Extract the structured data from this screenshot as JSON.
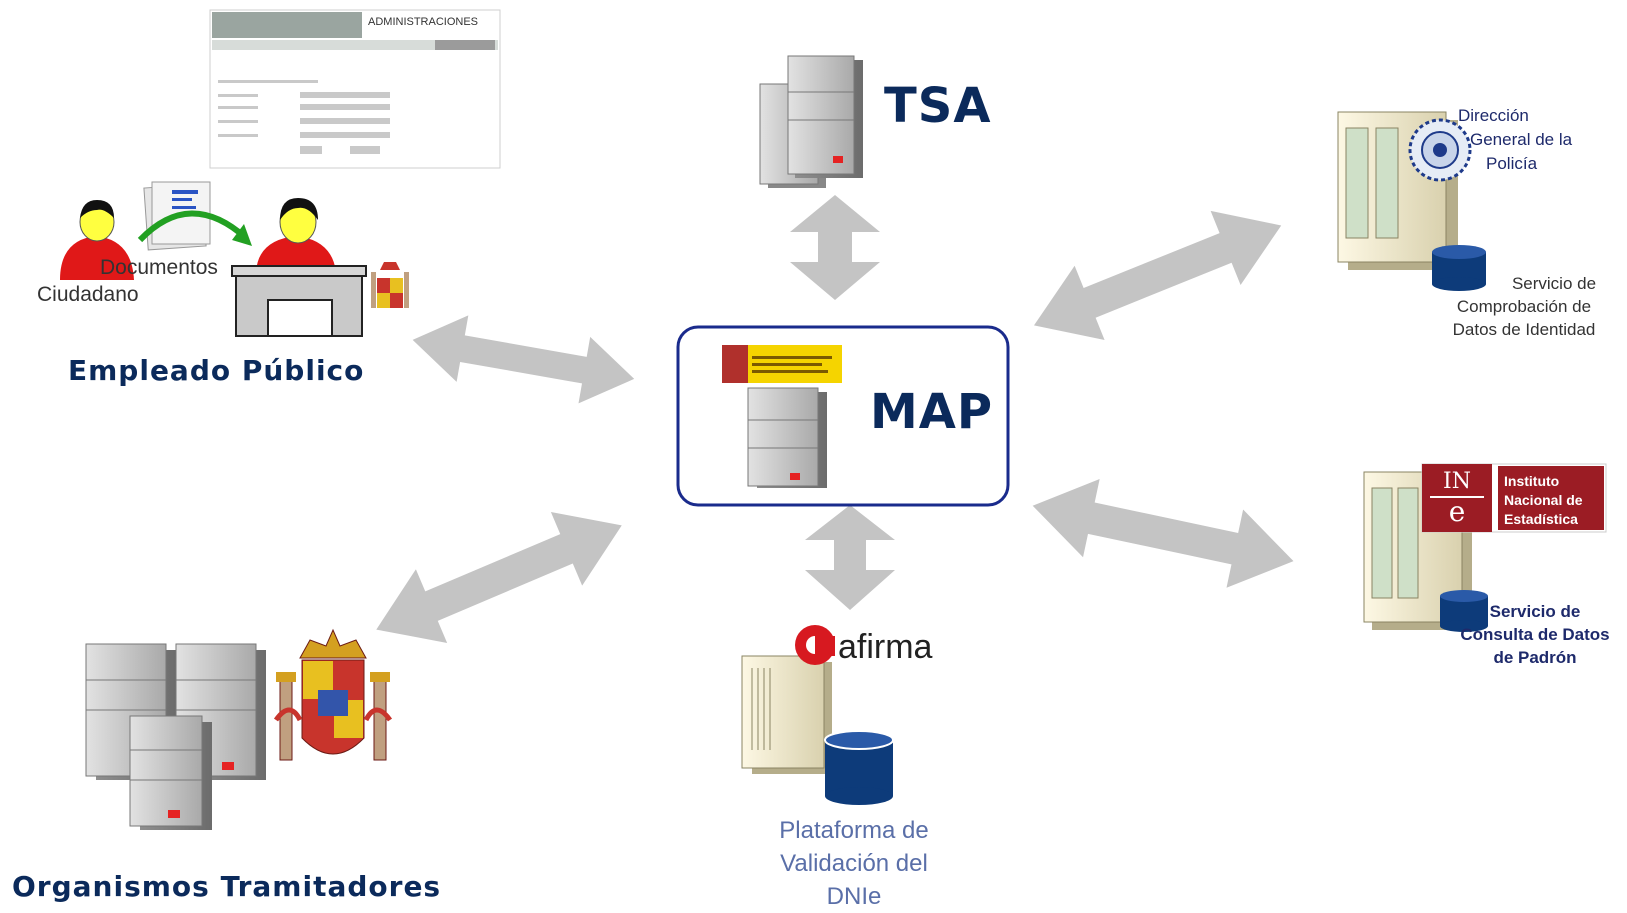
{
  "nodes": {
    "tsa": {
      "label": "TSA"
    },
    "map": {
      "label": "MAP"
    },
    "empleado": {
      "label": "Empleado Público",
      "ciudadano": "Ciudadano",
      "documentos": "Documentos",
      "form_header": "ADMINISTRACIONES"
    },
    "organismos": {
      "label": "Organismos Tramitadores"
    },
    "afirma": {
      "logo": "afirma",
      "caption_lines": [
        "Plataforma de",
        "Validación del",
        "DNIe"
      ]
    },
    "dgp": {
      "logo_lines": [
        "Dirección",
        "General de la",
        "Policía"
      ],
      "caption_lines": [
        "Servicio de",
        "Comprobación de",
        "Datos de Identidad"
      ]
    },
    "ine": {
      "logo_mark": [
        "IN",
        "e"
      ],
      "logo_lines": [
        "Instituto",
        "Nacional de",
        "Estadística"
      ],
      "caption_lines": [
        "Servicio de",
        "Consulta de Datos",
        "de Padrón"
      ]
    }
  },
  "colors": {
    "navy": "#0b2a5b",
    "arrow": "#c4c4c4",
    "server": "#b8b8b8",
    "map_border": "#1a2b8c",
    "db": "#0d3b7a",
    "ine_red": "#9b1c24",
    "afirma_red": "#d71920"
  },
  "icons": [
    "server-icon",
    "database-icon",
    "person-icon",
    "desk-icon",
    "coat-of-arms-icon",
    "police-badge-icon"
  ]
}
